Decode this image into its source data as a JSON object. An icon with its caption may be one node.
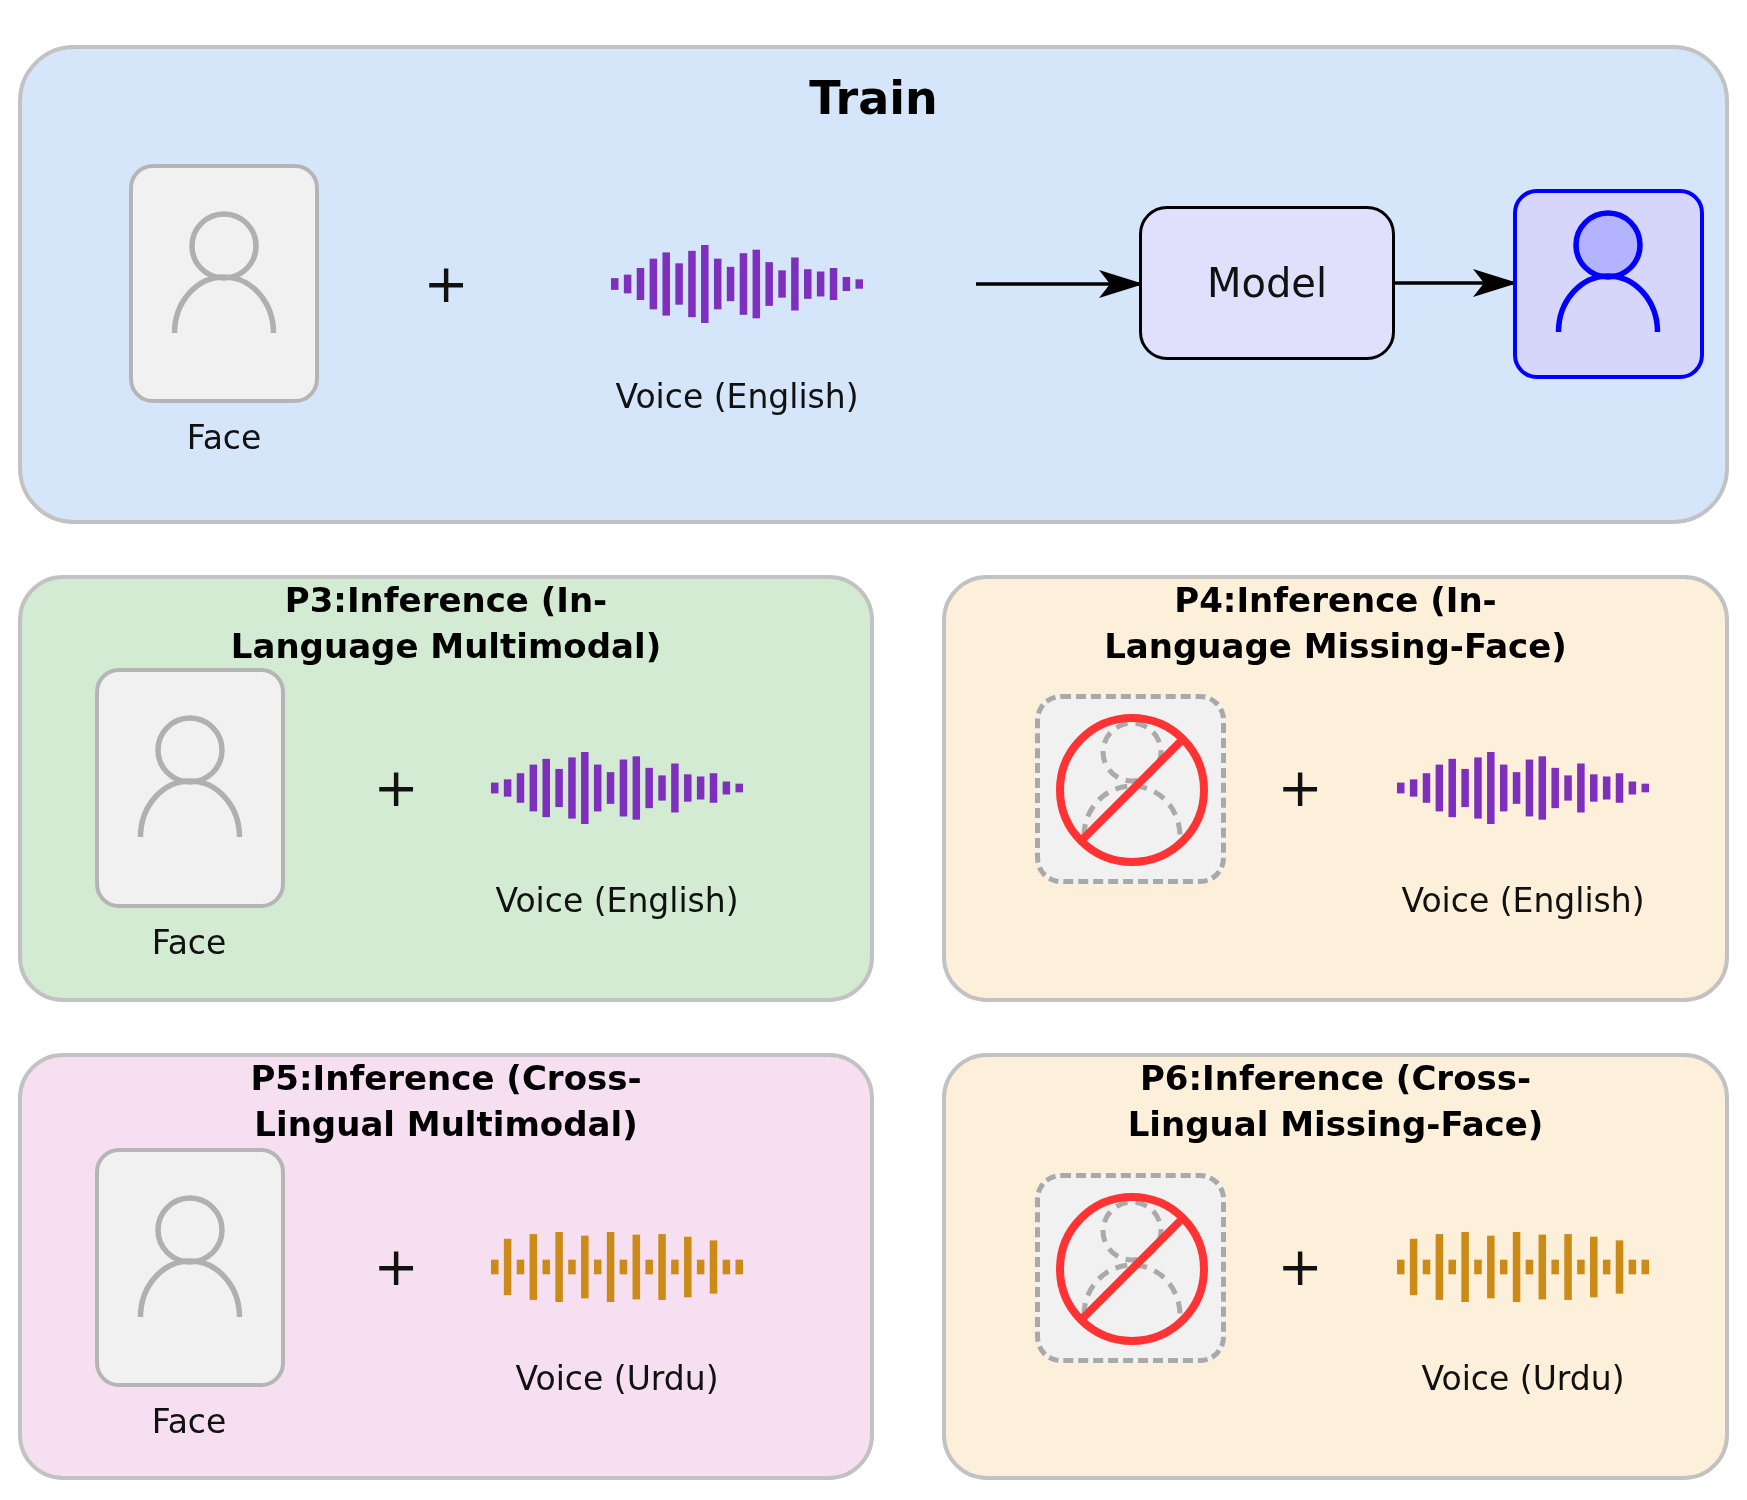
{
  "diagram": {
    "nodes": [
      {
        "text": [
          "Train"
        ]
      },
      {
        "text": [],
        "shape": "box",
        "in": 0,
        "beside": [
          "Face"
        ]
      },
      {
        "text": [],
        "shape": "picture",
        "in": 0,
        "beside": [
          "Voice (English)"
        ]
      },
      {
        "text": [
          "Model"
        ],
        "in": 0
      },
      {
        "text": [],
        "shape": "box",
        "in": 0
      },
      {
        "text": [
          "P3:Inference (In-Language Multimodal)"
        ]
      },
      {
        "text": [],
        "shape": "box",
        "in": 5,
        "beside": [
          "Face"
        ]
      },
      {
        "text": [],
        "shape": "picture",
        "in": 5,
        "beside": [
          "Voice (English)"
        ]
      },
      {
        "text": [
          "P4:Inference (In-Language Missing-Face)"
        ]
      },
      {
        "text": [],
        "shape": "box",
        "in": 8
      },
      {
        "text": [],
        "shape": "picture",
        "in": 8,
        "beside": [
          "Voice (English)"
        ]
      },
      {
        "text": [
          "P5:Inference (Cross-Lingual Multimodal)"
        ]
      },
      {
        "text": [],
        "shape": "box",
        "in": 11,
        "beside": [
          "Face"
        ]
      },
      {
        "text": [],
        "shape": "picture",
        "in": 11,
        "beside": [
          "Voice (Urdu)"
        ]
      },
      {
        "text": [
          "P6:Inference (Cross-Lingual Missing-Face)"
        ]
      },
      {
        "text": [],
        "shape": "box",
        "in": 14
      },
      {
        "text": [],
        "shape": "picture",
        "in": 14,
        "beside": [
          "Voice (Urdu)"
        ]
      }
    ],
    "edges": [
      {
        "from": null,
        "to": 3,
        "arrow": "to"
      },
      {
        "from": 3,
        "to": 4,
        "arrow": "to"
      }
    ],
    "labels": [
      "+",
      "+",
      "+",
      "+",
      "+"
    ]
  }
}
